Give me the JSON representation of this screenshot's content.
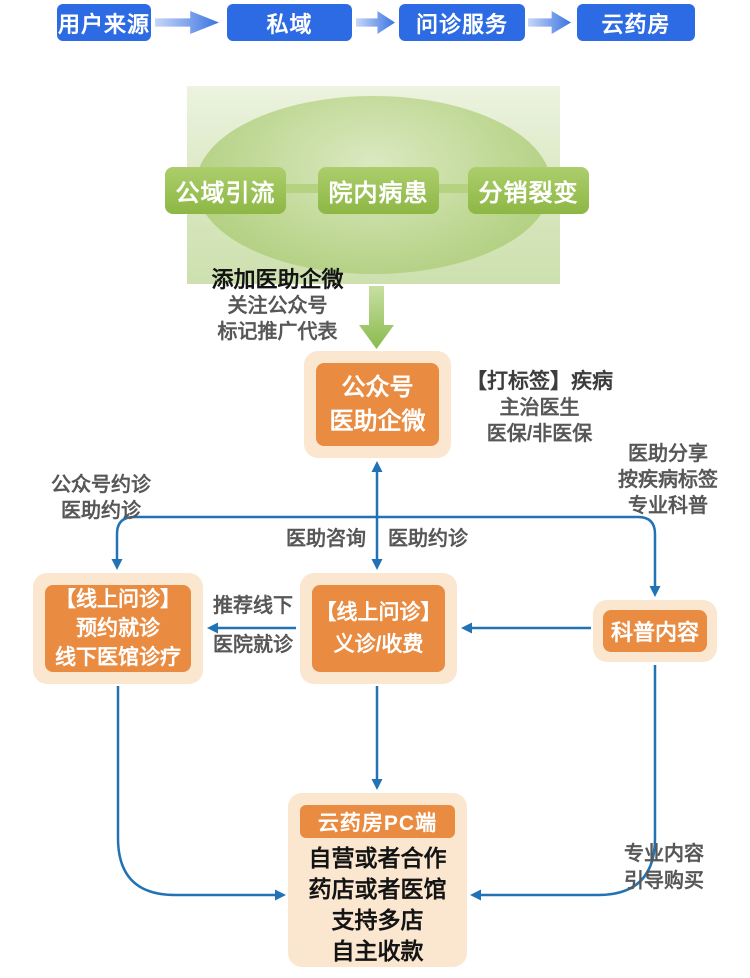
{
  "colors": {
    "primary_blue": "#2D6BE4",
    "flow_line_blue": "#2273B5",
    "green_node": "#96BE4F",
    "green_light": "#D9E7C0",
    "orange_node": "#E98C42",
    "orange_light": "#FBE6D0",
    "gray_text": "#575757",
    "black_text": "#141414"
  },
  "top_flow": {
    "stages": [
      {
        "label": "用户来源"
      },
      {
        "label": "私域"
      },
      {
        "label": "问诊服务"
      },
      {
        "label": "云药房"
      }
    ]
  },
  "funnel": {
    "channels": [
      {
        "label": "公域引流"
      },
      {
        "label": "院内病患"
      },
      {
        "label": "分销裂变"
      }
    ],
    "note": {
      "line1": "添加医助企微",
      "line2": "关注公众号",
      "line3": "标记推广代表"
    }
  },
  "nodes": {
    "official_account": {
      "line1": "公众号",
      "line2": "医助企微"
    },
    "offline_visit": {
      "line1": "【线上问诊】",
      "line2": "预约就诊",
      "line3": "线下医馆诊疗"
    },
    "online_consult": {
      "line1": "【线上问诊】",
      "line2": "义诊/收费"
    },
    "science_content": {
      "label": "科普内容"
    },
    "cloud_pharmacy": {
      "title": "云药房PC端",
      "line1": "自营或者合作",
      "line2": "药店或者医馆",
      "line3": "支持多店",
      "line4": "自主收款"
    }
  },
  "annotations": {
    "tagging": {
      "line1": "【打标签】疾病",
      "line2": "主治医生",
      "line3": "医保/非医保"
    },
    "assistant_share": {
      "line1": "医助分享",
      "line2": "按疾病标签",
      "line3": "专业科普"
    },
    "booking": {
      "line1": "公众号约诊",
      "line2": "医助约诊"
    },
    "consult_label": {
      "left": "医助咨询",
      "right": "医助约诊"
    },
    "recommend_offline": {
      "line1": "推荐线下",
      "line2": "医院就诊"
    },
    "purchase_guide": {
      "line1": "专业内容",
      "line2": "引导购买"
    }
  }
}
